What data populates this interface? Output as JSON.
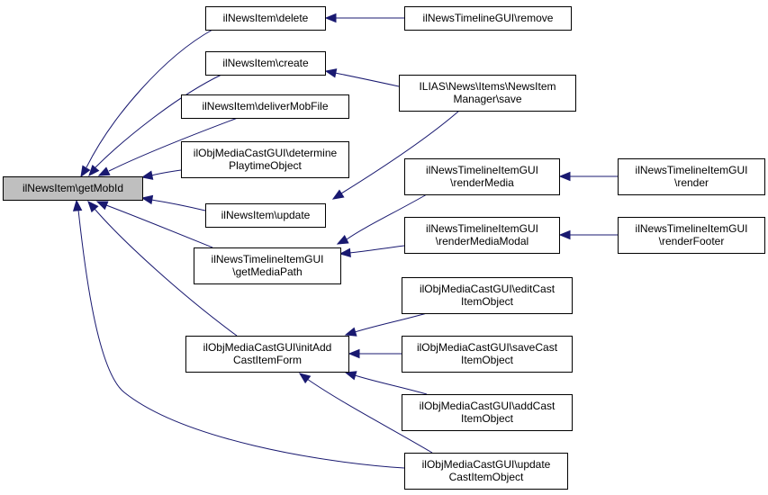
{
  "diagram": {
    "type": "call-graph",
    "edge_color": "#191970",
    "root_fill": "#bfbfbf",
    "nodes": [
      {
        "id": "getMobId",
        "lines": [
          "ilNewsItem\\getMobId"
        ],
        "root": true
      },
      {
        "id": "delete",
        "lines": [
          "ilNewsItem\\delete"
        ]
      },
      {
        "id": "create",
        "lines": [
          "ilNewsItem\\create"
        ]
      },
      {
        "id": "deliverMobFile",
        "lines": [
          "ilNewsItem\\deliverMobFile"
        ]
      },
      {
        "id": "determinePlaytime",
        "lines": [
          "ilObjMediaCastGUI\\determine",
          "PlaytimeObject"
        ]
      },
      {
        "id": "update",
        "lines": [
          "ilNewsItem\\update"
        ]
      },
      {
        "id": "getMediaPath",
        "lines": [
          "ilNewsTimelineItemGUI",
          "\\getMediaPath"
        ]
      },
      {
        "id": "initAdd",
        "lines": [
          "ilObjMediaCastGUI\\initAdd",
          "CastItemForm"
        ]
      },
      {
        "id": "timelineRemove",
        "lines": [
          "ilNewsTimelineGUI\\remove"
        ]
      },
      {
        "id": "managerSave",
        "lines": [
          "ILIAS\\News\\Items\\NewsItem",
          "Manager\\save"
        ]
      },
      {
        "id": "renderMedia",
        "lines": [
          "ilNewsTimelineItemGUI",
          "\\renderMedia"
        ]
      },
      {
        "id": "renderMediaModal",
        "lines": [
          "ilNewsTimelineItemGUI",
          "\\renderMediaModal"
        ]
      },
      {
        "id": "editCast",
        "lines": [
          "ilObjMediaCastGUI\\editCast",
          "ItemObject"
        ]
      },
      {
        "id": "saveCast",
        "lines": [
          "ilObjMediaCastGUI\\saveCast",
          "ItemObject"
        ]
      },
      {
        "id": "addCast",
        "lines": [
          "ilObjMediaCastGUI\\addCast",
          "ItemObject"
        ]
      },
      {
        "id": "updateCast",
        "lines": [
          "ilObjMediaCastGUI\\update",
          "CastItemObject"
        ]
      },
      {
        "id": "render",
        "lines": [
          "ilNewsTimelineItemGUI",
          "\\render"
        ]
      },
      {
        "id": "renderFooter",
        "lines": [
          "ilNewsTimelineItemGUI",
          "\\renderFooter"
        ]
      }
    ],
    "edges": [
      {
        "from": "delete",
        "to": "getMobId"
      },
      {
        "from": "create",
        "to": "getMobId"
      },
      {
        "from": "deliverMobFile",
        "to": "getMobId"
      },
      {
        "from": "determinePlaytime",
        "to": "getMobId"
      },
      {
        "from": "update",
        "to": "getMobId"
      },
      {
        "from": "getMediaPath",
        "to": "getMobId"
      },
      {
        "from": "initAdd",
        "to": "getMobId"
      },
      {
        "from": "updateCast",
        "to": "getMobId"
      },
      {
        "from": "timelineRemove",
        "to": "delete"
      },
      {
        "from": "managerSave",
        "to": "create"
      },
      {
        "from": "managerSave",
        "to": "update"
      },
      {
        "from": "renderMedia",
        "to": "getMediaPath"
      },
      {
        "from": "renderMediaModal",
        "to": "getMediaPath"
      },
      {
        "from": "editCast",
        "to": "initAdd"
      },
      {
        "from": "saveCast",
        "to": "initAdd"
      },
      {
        "from": "addCast",
        "to": "initAdd"
      },
      {
        "from": "updateCast",
        "to": "initAdd"
      },
      {
        "from": "render",
        "to": "renderMedia"
      },
      {
        "from": "renderFooter",
        "to": "renderMediaModal"
      }
    ]
  }
}
